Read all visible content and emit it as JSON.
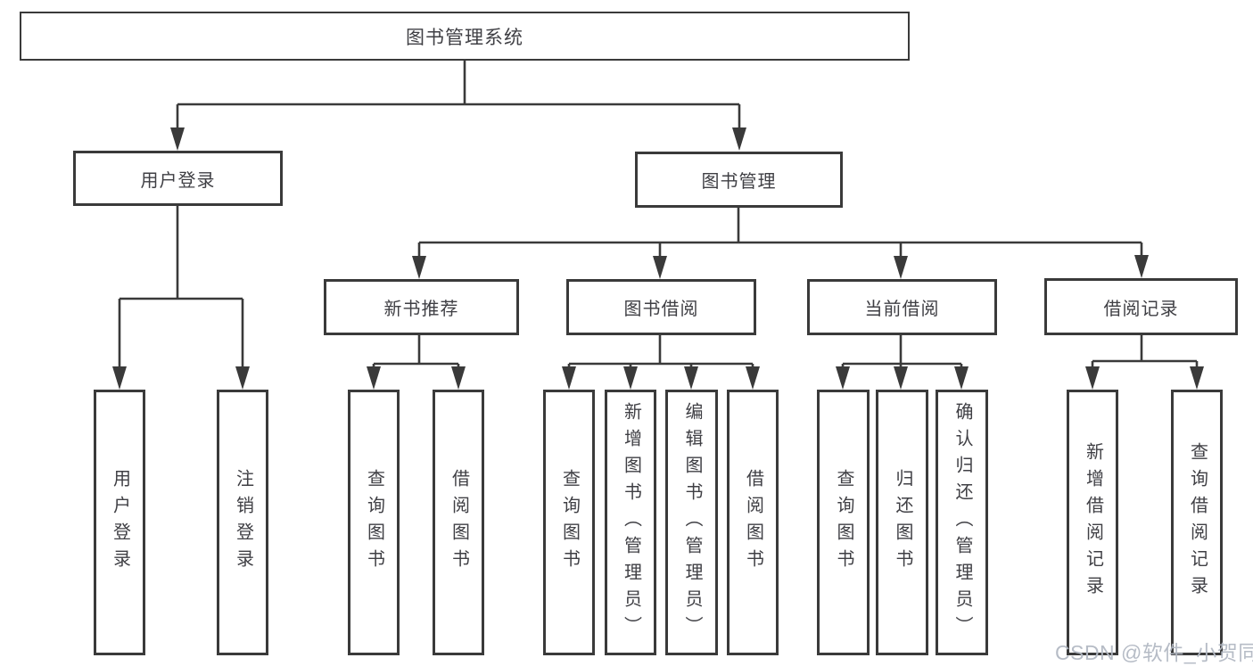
{
  "diagram": {
    "title": "图书管理系统",
    "root": {
      "label": "图书管理系统"
    },
    "level2": [
      {
        "id": "user-login",
        "label": "用户登录"
      },
      {
        "id": "book-management",
        "label": "图书管理"
      }
    ],
    "level3": [
      {
        "id": "new-book-recommendation",
        "label": "新书推荐",
        "parent": "图书管理"
      },
      {
        "id": "book-borrowing",
        "label": "图书借阅",
        "parent": "图书管理"
      },
      {
        "id": "current-borrowing",
        "label": "当前借阅",
        "parent": "图书管理"
      },
      {
        "id": "borrowing-records",
        "label": "借阅记录",
        "parent": "图书管理"
      }
    ],
    "leaves": [
      {
        "id": "user-login-leaf",
        "label": "用户登录",
        "parent": "用户登录"
      },
      {
        "id": "logout",
        "label": "注销登录",
        "parent": "用户登录"
      },
      {
        "id": "query-books-1",
        "label": "查询图书",
        "parent": "新书推荐"
      },
      {
        "id": "borrow-books-1",
        "label": "借阅图书",
        "parent": "新书推荐"
      },
      {
        "id": "query-books-2",
        "label": "查询图书",
        "parent": "图书借阅"
      },
      {
        "id": "add-books-admin",
        "label": "新增图书（管理员）",
        "parent": "图书借阅"
      },
      {
        "id": "edit-books-admin",
        "label": "编辑图书（管理员）",
        "parent": "图书借阅"
      },
      {
        "id": "borrow-books-2",
        "label": "借阅图书",
        "parent": "图书借阅"
      },
      {
        "id": "query-books-3",
        "label": "查询图书",
        "parent": "当前借阅"
      },
      {
        "id": "return-books",
        "label": "归还图书",
        "parent": "当前借阅"
      },
      {
        "id": "confirm-return-admin",
        "label": "确认归还（管理员）",
        "parent": "当前借阅"
      },
      {
        "id": "add-borrow-record",
        "label": "新增借阅记录",
        "parent": "借阅记录"
      },
      {
        "id": "query-borrow-record",
        "label": "查询借阅记录",
        "parent": "借阅记录"
      }
    ]
  },
  "watermark": {
    "text": "CSDN @软件_小贺同学"
  },
  "colors": {
    "line": "#3a3a3a",
    "text": "#3f3f44",
    "background": "#ffffff",
    "watermark": "#b2b8c3"
  }
}
